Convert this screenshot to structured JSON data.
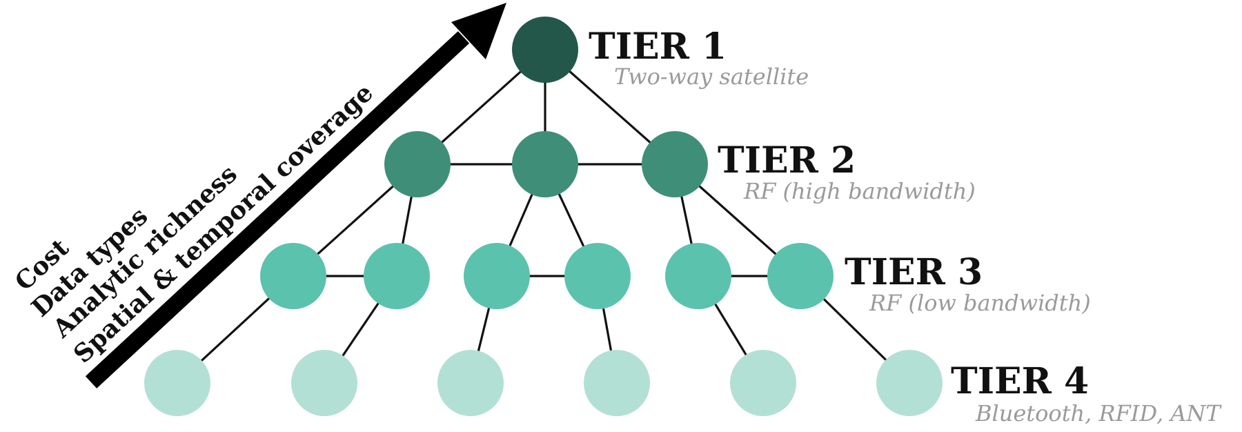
{
  "tiers": [
    {
      "title": "TIER 1",
      "subtitle": "Two-way satellite",
      "color": "#23574a"
    },
    {
      "title": "TIER 2",
      "subtitle": "RF (high bandwidth)",
      "color": "#3f8f78"
    },
    {
      "title": "TIER 3",
      "subtitle": "RF (low bandwidth)",
      "color": "#5bc2ae"
    },
    {
      "title": "TIER 4",
      "subtitle": "Bluetooth, RFID, ANT",
      "color": "#b3e0d4"
    }
  ],
  "gradient_axis": {
    "labels": [
      "Cost",
      "Data types",
      "Analytic richness",
      "Spatial & temporal coverage"
    ],
    "arrow_color": "#000000"
  }
}
